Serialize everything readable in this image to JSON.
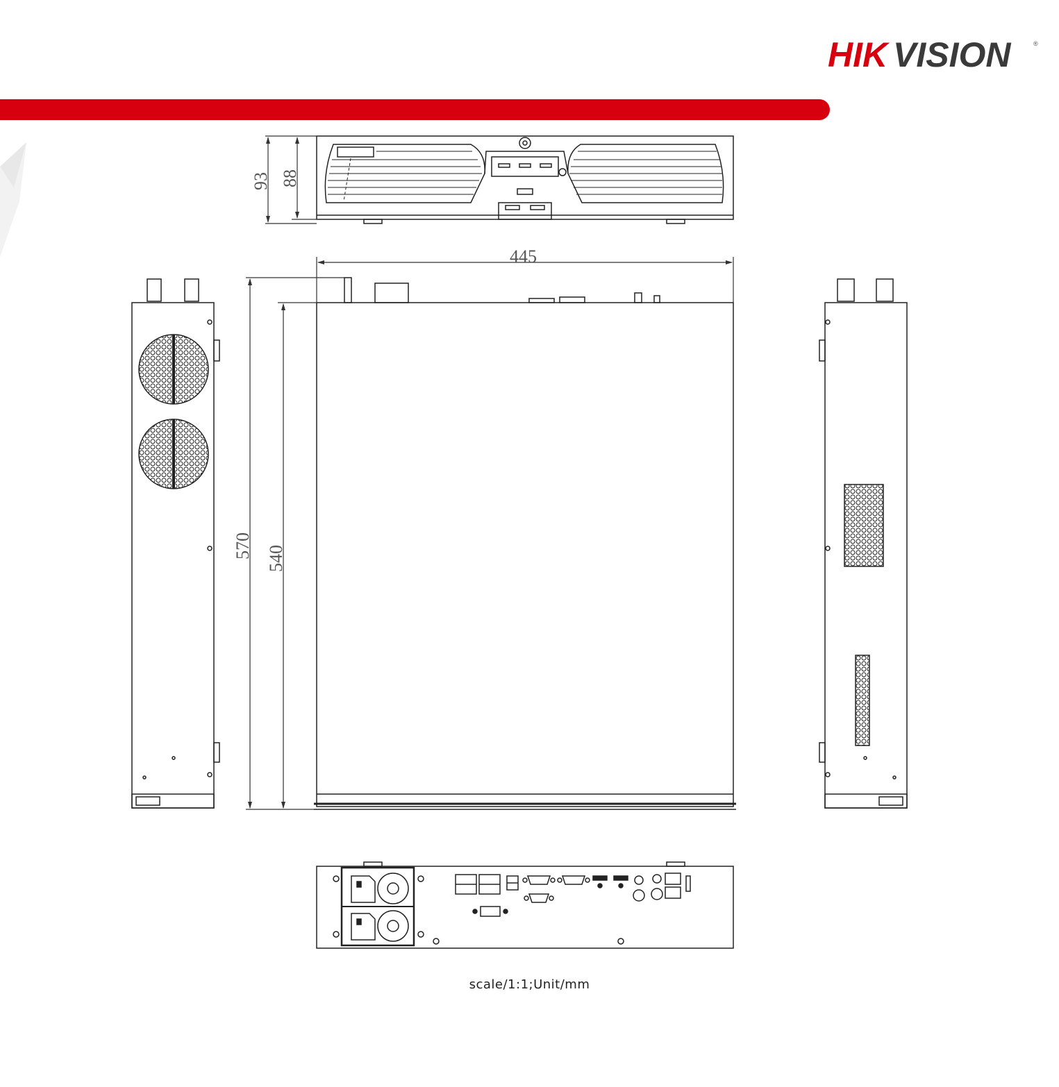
{
  "brand": {
    "name": "HIKVISION",
    "color": "#d6000f"
  },
  "dimensions": {
    "front_height_total": "93",
    "front_height_body": "88",
    "width": "445",
    "depth_total": "570",
    "depth_body": "540"
  },
  "footer": {
    "scale_text": "scale/1:1;Unit/mm"
  }
}
